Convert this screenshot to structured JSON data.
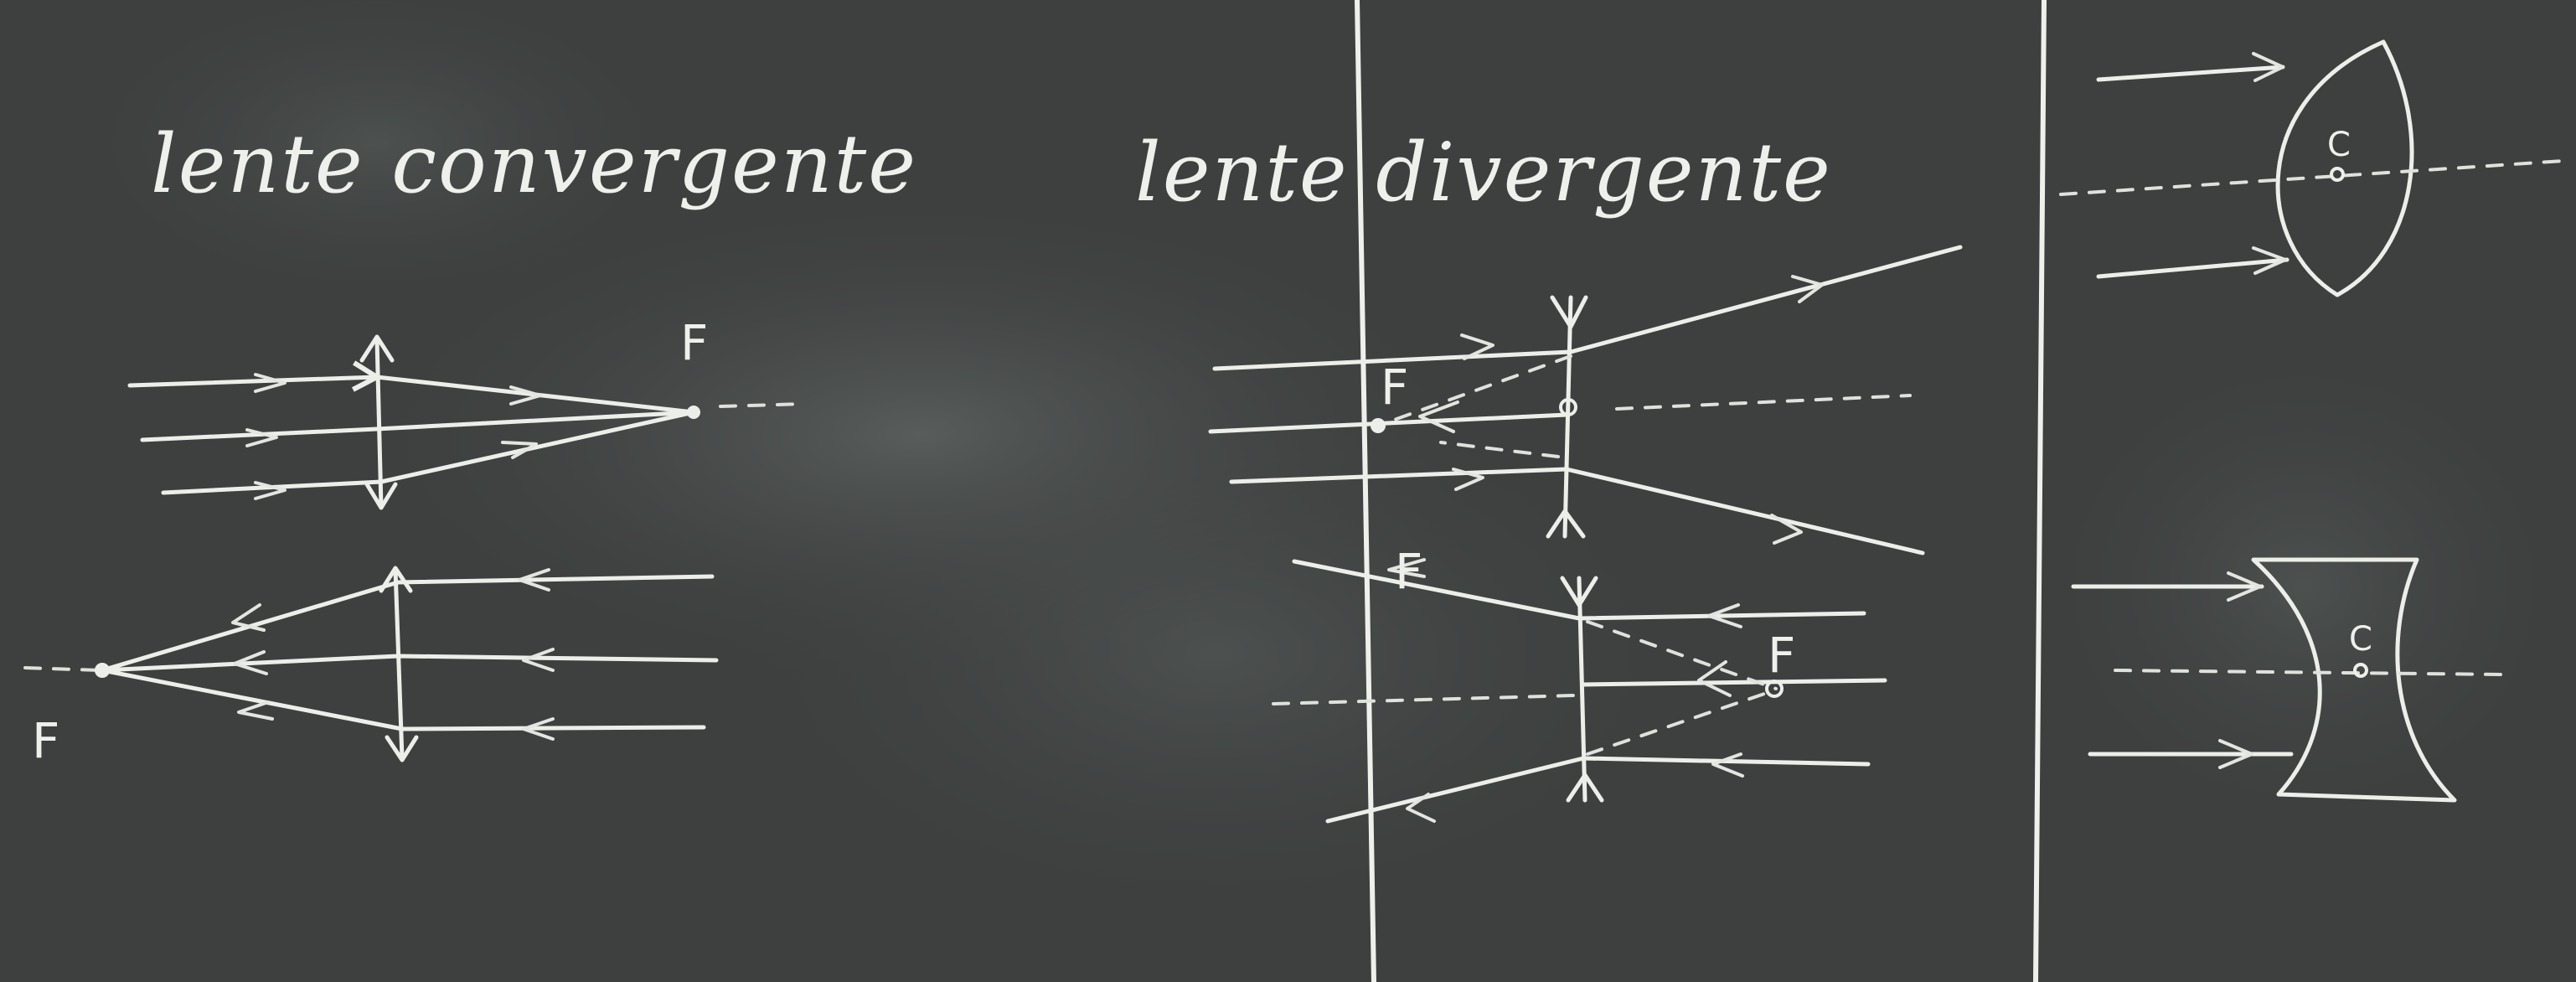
{
  "titles": {
    "converging": "lente convergente",
    "diverging": "lente divergente"
  },
  "labels": {
    "focus": "F",
    "center": "C"
  },
  "colors": {
    "board": "#3f4241",
    "chalk": "#eceee9"
  }
}
